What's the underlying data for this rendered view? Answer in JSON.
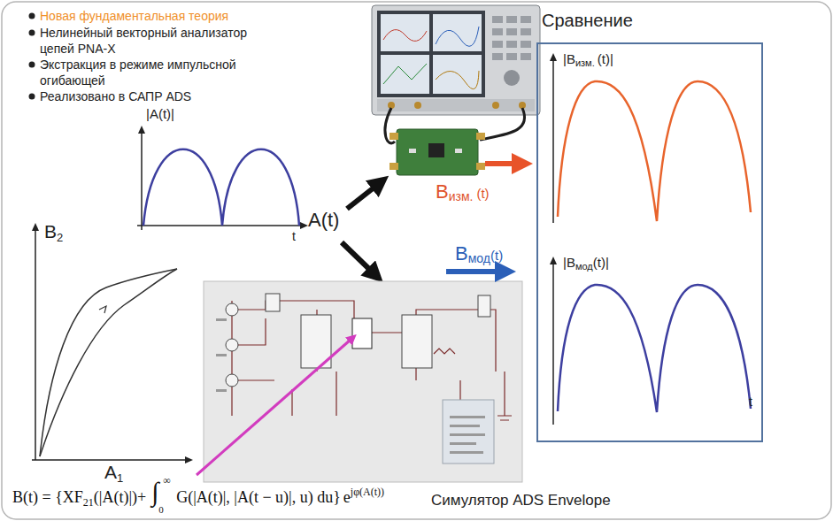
{
  "diagram": {
    "nodes": [
      {
        "text": [
          "Сравнение"
        ]
      },
      {
        "text": [
          "Симулятор ADS Envelope"
        ]
      }
    ],
    "labels": [
      "Новая фундаментальная теория",
      "Нелинейный векторный анализатор цепей PNA-X",
      "Экстракция в режиме импульсной огибающей",
      "Реализовано в САПР ADS",
      "|A(t)|",
      "t",
      "A(t)",
      "B",
      "изм.",
      "(t)",
      "B",
      "мод",
      "(t)",
      "|B",
      "изм.",
      "(t)|",
      "|B",
      "мод",
      "(t)|",
      "t",
      "B",
      "2",
      "A",
      "1",
      "B(t) = {XF",
      "21",
      "(|A(t)|)+",
      "∫",
      "∞",
      "0",
      "G(|A(t)|, |A(t − u)|, u) du}",
      "e",
      "jφ(A(t))"
    ]
  }
}
